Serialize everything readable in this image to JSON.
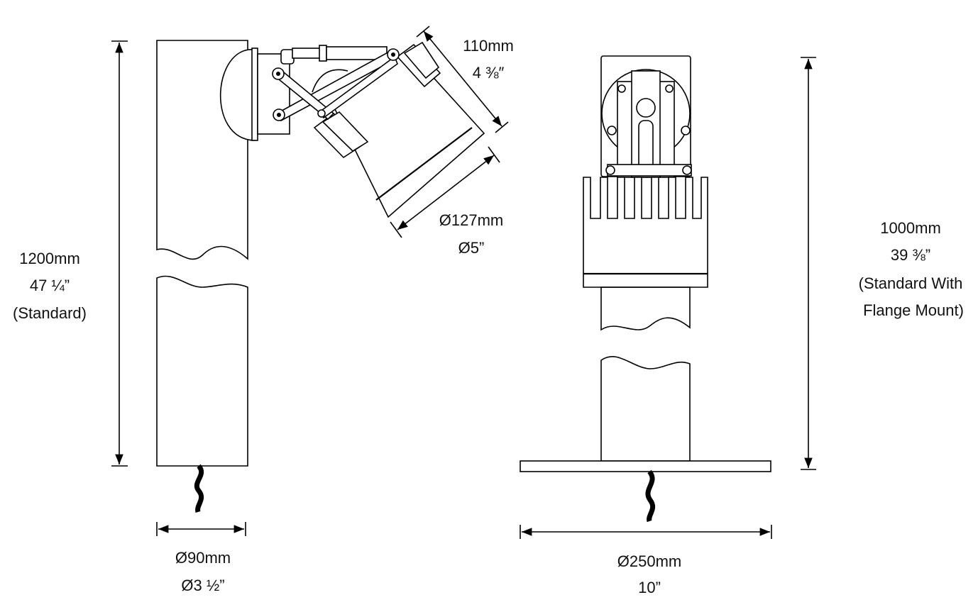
{
  "left_view": {
    "height_mm": "1200mm",
    "height_in": "47 ¼”",
    "height_note": "(Standard)",
    "pole_diameter_mm": "Ø90mm",
    "pole_diameter_in": "Ø3 ½”",
    "head_length_mm": "110mm",
    "head_length_in": "4 ⅜″",
    "head_diameter_mm": "Ø127mm",
    "head_diameter_in": "Ø5”"
  },
  "right_view": {
    "height_mm": "1000mm",
    "height_in": "39 ⅜”",
    "height_note_1": "(Standard With",
    "height_note_2": "Flange Mount)",
    "flange_diameter_mm": "Ø250mm",
    "flange_diameter_in": "10”"
  }
}
